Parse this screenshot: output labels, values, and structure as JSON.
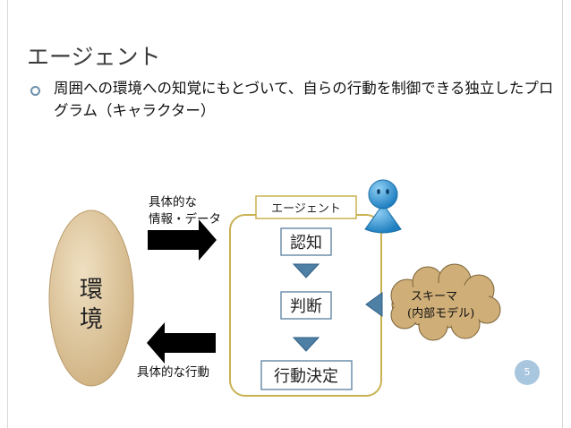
{
  "slide": {
    "title": "エージェント",
    "bullet": "周囲への環境への知覚にもとづいて、自らの行動を制御できる独立したプログラム（キャラクター）",
    "page_number": "5"
  },
  "diagram": {
    "environment_line1": "環",
    "environment_line2": "境",
    "input_label_line1": "具体的な",
    "input_label_line2": "情報・データ",
    "output_label": "具体的な行動",
    "agent_label": "エージェント",
    "step_perception": "認知",
    "step_judgment": "判断",
    "step_decision": "行動決定",
    "schema_line1": "スキーマ",
    "schema_line2": "(内部モデル)"
  },
  "colors": {
    "ellipse_fill": "#d9c29b",
    "agent_border": "#c9b152",
    "step_border": "#6f8fab",
    "triangle_fill": "#4e7fa4",
    "cloud_fill": "#cfae78",
    "figure_fill": "#2e97d6",
    "page_badge": "#a9c6df"
  }
}
